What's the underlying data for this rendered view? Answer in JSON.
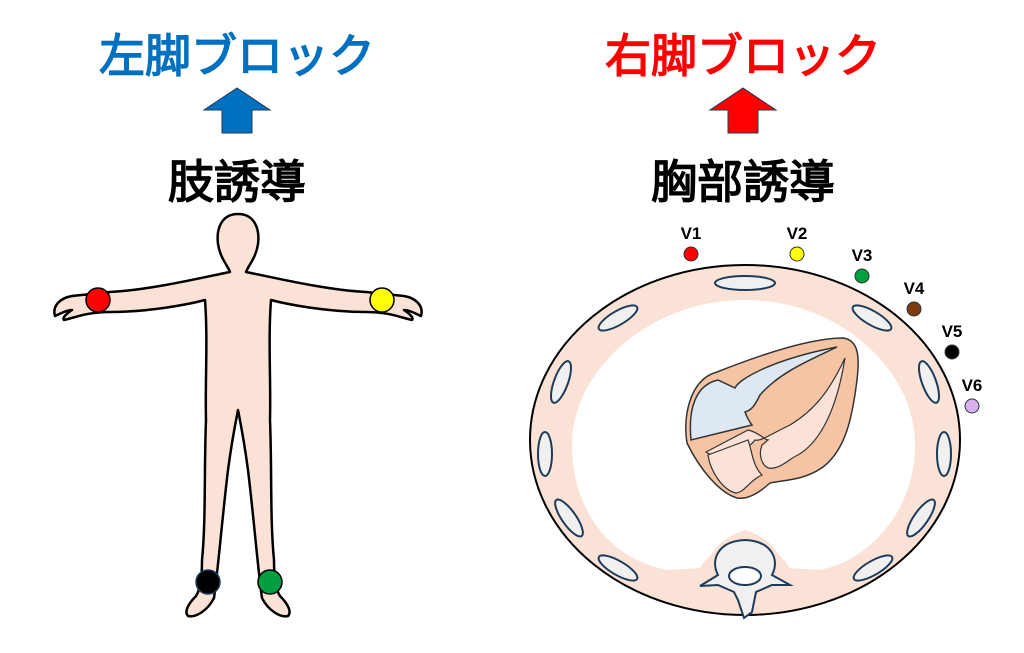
{
  "left": {
    "title": "左脚ブロック",
    "subtitle": "肢誘導",
    "color": "#0070C0",
    "electrodes": [
      {
        "name": "right-arm",
        "color": "#FF0000"
      },
      {
        "name": "left-arm",
        "color": "#FFFF00"
      },
      {
        "name": "right-leg",
        "color": "#000000"
      },
      {
        "name": "left-leg",
        "color": "#00A040"
      }
    ]
  },
  "right": {
    "title": "右脚ブロック",
    "subtitle": "胸部誘導",
    "color": "#FF0000",
    "leads": [
      {
        "label": "V1",
        "color": "#FF0000"
      },
      {
        "label": "V2",
        "color": "#FFFF00"
      },
      {
        "label": "V3",
        "color": "#00A040"
      },
      {
        "label": "V4",
        "color": "#7B3A10"
      },
      {
        "label": "V5",
        "color": "#000000"
      },
      {
        "label": "V6",
        "color": "#D8B0F0"
      }
    ]
  }
}
